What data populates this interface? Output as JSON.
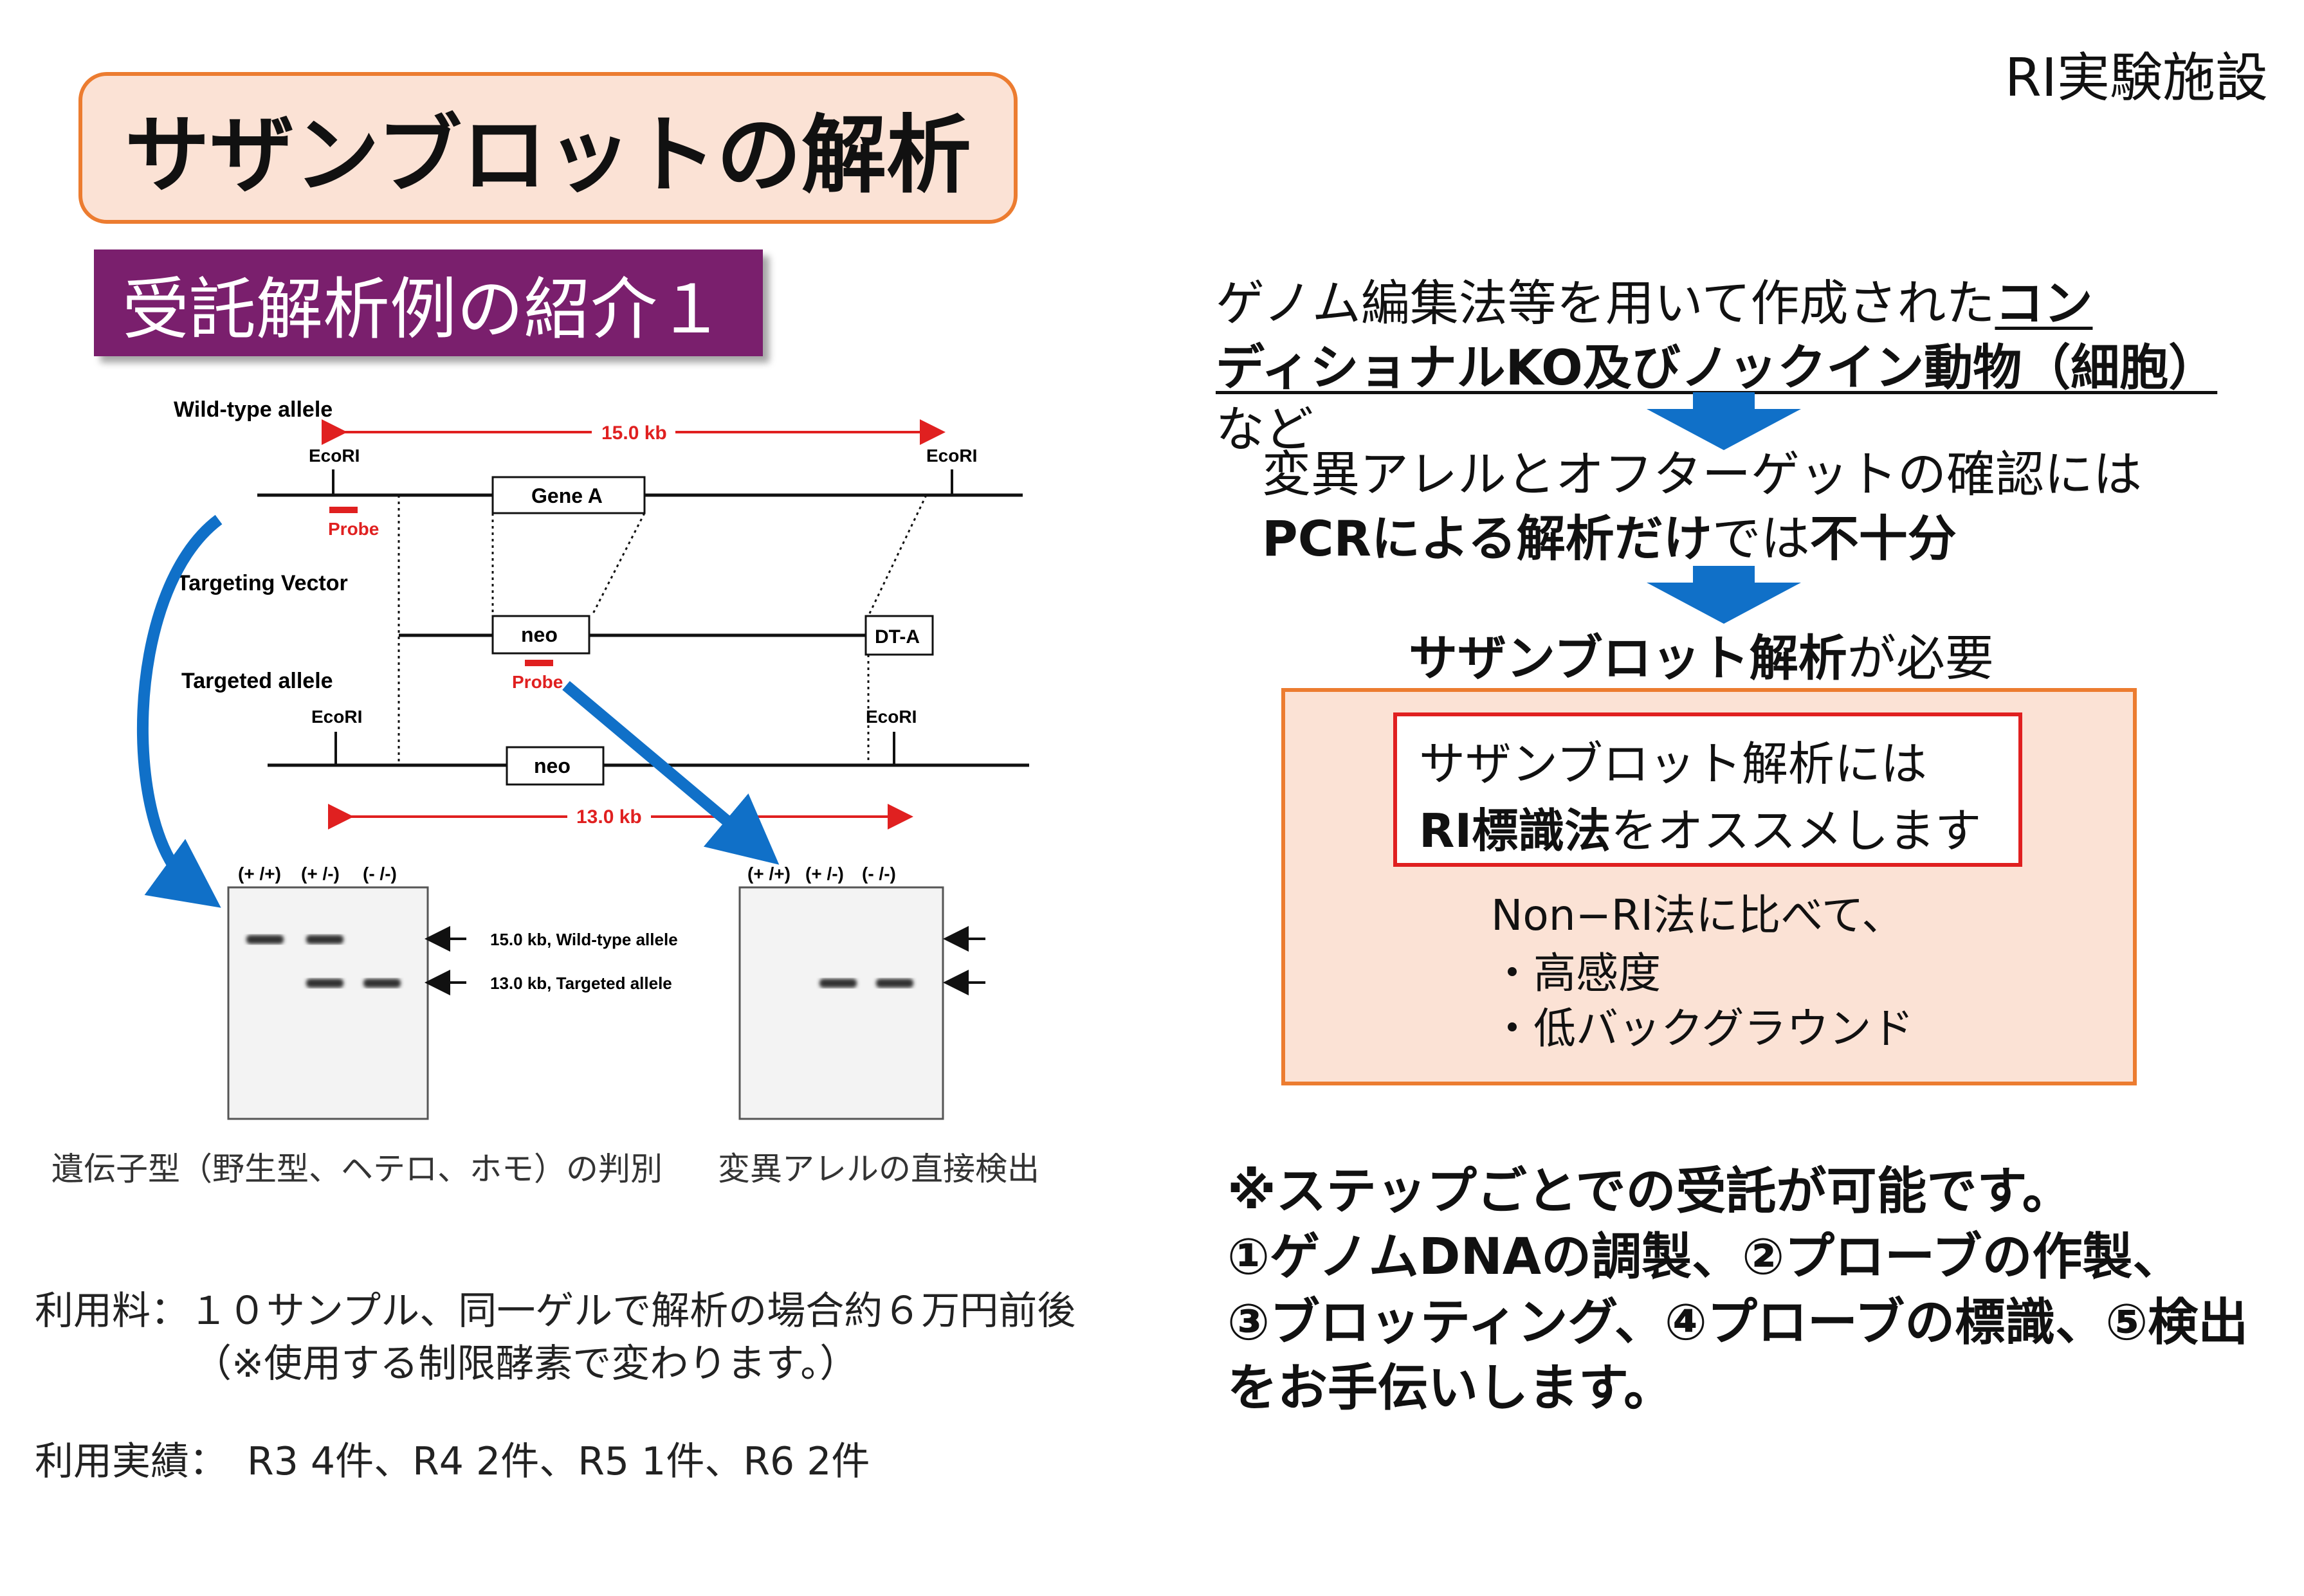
{
  "corner_label": "RI実験施設",
  "title": "サザンブロットの解析",
  "subtitle": "受託解析例の紹介１",
  "diagram": {
    "wild_type_label": "Wild-type allele",
    "targeting_vector_label": "Targeting Vector",
    "targeted_allele_label": "Targeted allele",
    "ecori": "EcoRI",
    "probe": "Probe",
    "gene_a": "Gene A",
    "neo": "neo",
    "dta": "DT-A",
    "wt_size": "15.0 kb",
    "ta_size": "13.0 kb",
    "lanes": [
      "(+ /+)",
      "(+ /-)",
      "(- /-)"
    ],
    "band_wt": "15.0 kb, Wild-type allele",
    "band_ta": "13.0 kb, Targeted allele"
  },
  "captions": {
    "left": "遺伝子型（野生型、ヘテロ、ホモ）の判別",
    "right": "変異アレルの直接検出"
  },
  "fee": {
    "line1": "利用料：１０サンプル、同一ゲルで解析の場合約６万円前後",
    "line2": "（※使用する制限酵素で変わります。）",
    "record": "利用実績：　R3 4件、R4 2件、R5 1件、R6 2件"
  },
  "right": {
    "intro_plain": "ゲノム編集法等を用いて作成された",
    "intro_ul1": "コン",
    "intro_ul2": "ディショナルKO及びノックイン動物（細胞）",
    "intro_end": "など",
    "step2_line1": "変異アレルとオフターゲットの確認には",
    "step2_pcr": "PCRによる解析だけ",
    "step2_mid": "では",
    "step2_bad": "不十分",
    "need_bold": "サザンブロット解析",
    "need_plain": "が必要",
    "ri_line1": "サザンブロット解析には",
    "ri_bold": "RI標識法",
    "ri_plain": "をオススメします",
    "nonri": "Non−RI法に比べて、",
    "merit1": "・高感度",
    "merit2": "・低バックグラウンド",
    "step_note": "※ステップごとでの受託が可能です。",
    "step_line2": "①ゲノムDNAの調製、②プローブの作製、",
    "step_line3": "③ブロッティング、④プローブの標識、⑤検出",
    "step_line4": "をお手伝いします。"
  }
}
